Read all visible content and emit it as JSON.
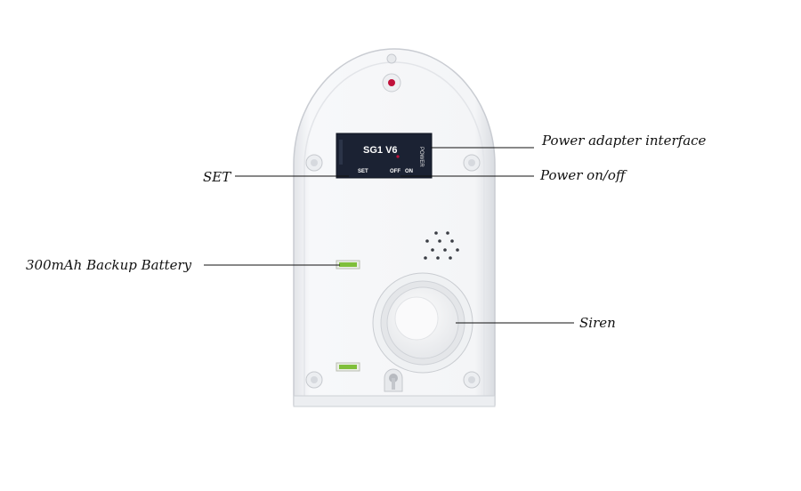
{
  "callouts": {
    "power_adapter": "Power adapter interface",
    "set": "SET",
    "power_onoff": "Power on/off",
    "battery": "300mAh Backup Battery",
    "siren": "Siren"
  },
  "device": {
    "model": "SG1 V6",
    "power_label": "POWER",
    "set_label": "SET",
    "off_label": "OFF",
    "on_label": "ON"
  },
  "colors": {
    "housing": "#f4f5f7",
    "board": "#1b2233",
    "leader_line": "#111111",
    "battery_contact": "#7fbf3a",
    "indicator": "#c0103a"
  }
}
